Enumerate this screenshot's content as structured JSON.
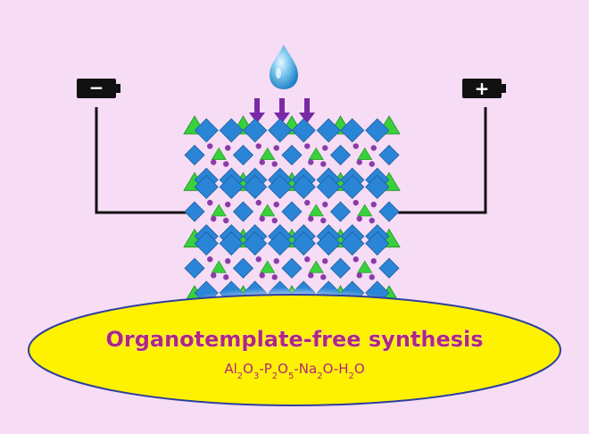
{
  "title": "Organotemplate-free synthesis",
  "formula": {
    "parts": [
      {
        "text": "Al",
        "sub": "2"
      },
      {
        "text": "O",
        "sub": "3"
      },
      {
        "text": "-P",
        "sub": "2"
      },
      {
        "text": "O",
        "sub": "5"
      },
      {
        "text": "-Na",
        "sub": "2"
      },
      {
        "text": "O-H",
        "sub": "2"
      },
      {
        "text": "O",
        "sub": ""
      }
    ]
  },
  "battery_negative": {
    "symbol": "−"
  },
  "battery_positive": {
    "symbol": "+"
  },
  "colors": {
    "background": "#f6dcf4",
    "ellipse_fill": "#fff200",
    "ellipse_stroke": "#2e3f9e",
    "title": "#b0277f",
    "arrow": "#7a2aa6",
    "octahedron": "#2b85d6",
    "tetrahedron": "#38d13c",
    "cation": "#8a3ca8",
    "water_drop": "#5ab8ea"
  },
  "icons": [
    "water-drop-icon",
    "down-arrow-icon",
    "battery-negative-icon",
    "battery-positive-icon"
  ]
}
